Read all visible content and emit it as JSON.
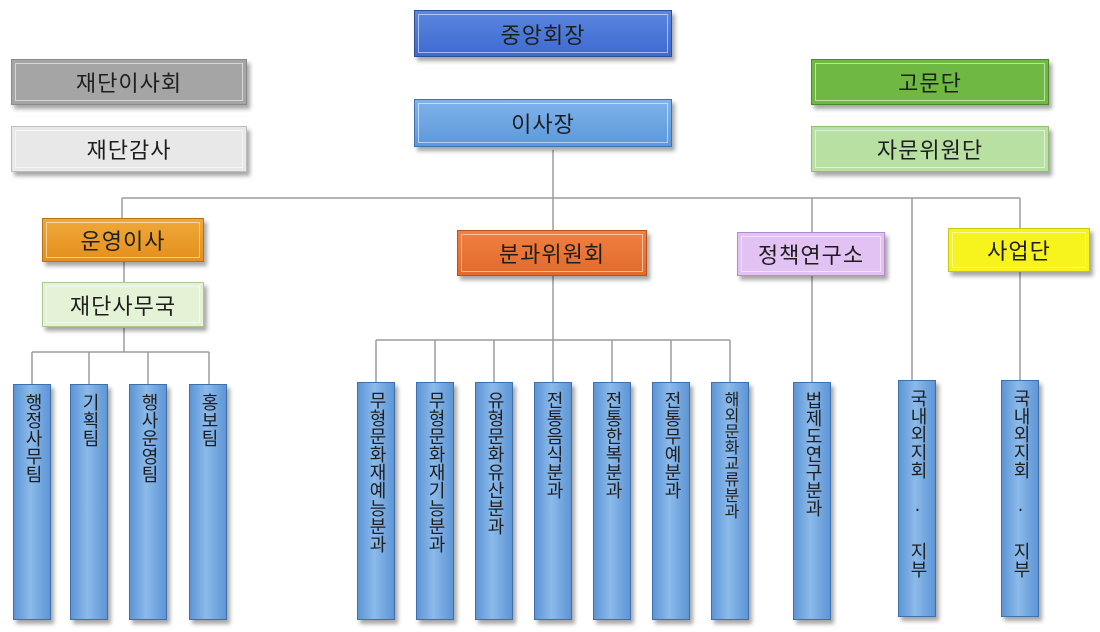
{
  "top": {
    "chairman": "중앙회장",
    "president": "이사장"
  },
  "left": {
    "board": "재단이사회",
    "audit": "재단감사"
  },
  "right": {
    "advisors": "고문단",
    "advisory_committee": "자문위원단"
  },
  "branches": {
    "operations": "운영이사",
    "secretariat": "재단사무국",
    "committees": "분과위원회",
    "policy_institute": "정책연구소",
    "business": "사업단"
  },
  "teams": [
    "행정사무팀",
    "기획팀",
    "행사운영팀",
    "홍보팀"
  ],
  "divisions": [
    "무형문화재예능분과",
    "무형문화재기능분과",
    "유형문화유산분과",
    "전통음식분과",
    "전통한복분과",
    "전통무예분과",
    "해외문화교류분과"
  ],
  "policy_units": [
    "법제도연구분과"
  ],
  "business_units": [
    "국내외지회 · 지부",
    "국내외지회 · 지부"
  ]
}
